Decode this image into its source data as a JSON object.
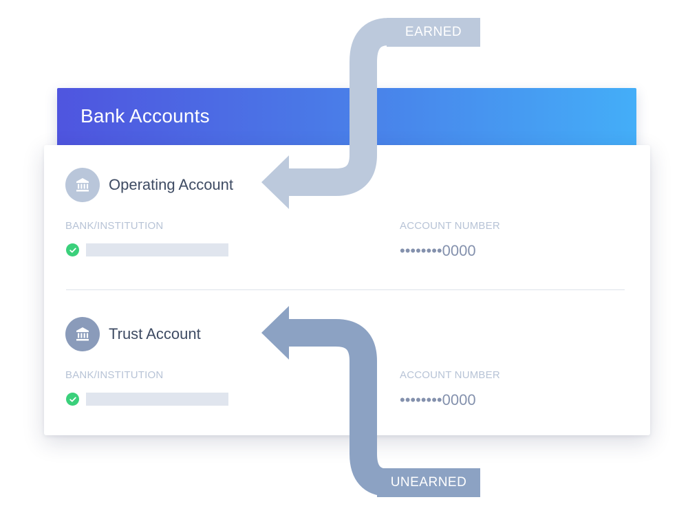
{
  "header": {
    "title": "Bank Accounts"
  },
  "accounts": [
    {
      "name": "Operating Account",
      "bank_label": "BANK/INSTITUTION",
      "number_label": "ACCOUNT NUMBER",
      "number": "••••••••0000",
      "icon": "bank-icon",
      "verified_icon": "check-circle-icon"
    },
    {
      "name": "Trust Account",
      "bank_label": "BANK/INSTITUTION",
      "number_label": "ACCOUNT NUMBER",
      "number": "••••••••0000",
      "icon": "bank-icon",
      "verified_icon": "check-circle-icon"
    }
  ],
  "arrows": {
    "earned": "EARNED",
    "unearned": "UNEARNED"
  },
  "colors": {
    "header_start": "#4f55df",
    "header_end": "#44aef8",
    "earned_arrow": "#bcc9dc",
    "unearned_arrow": "#8ca2c3",
    "verified": "#3ad07b",
    "title_text": "#3e4b63",
    "label_text": "#b7c3d6",
    "number_text": "#8491ad"
  }
}
